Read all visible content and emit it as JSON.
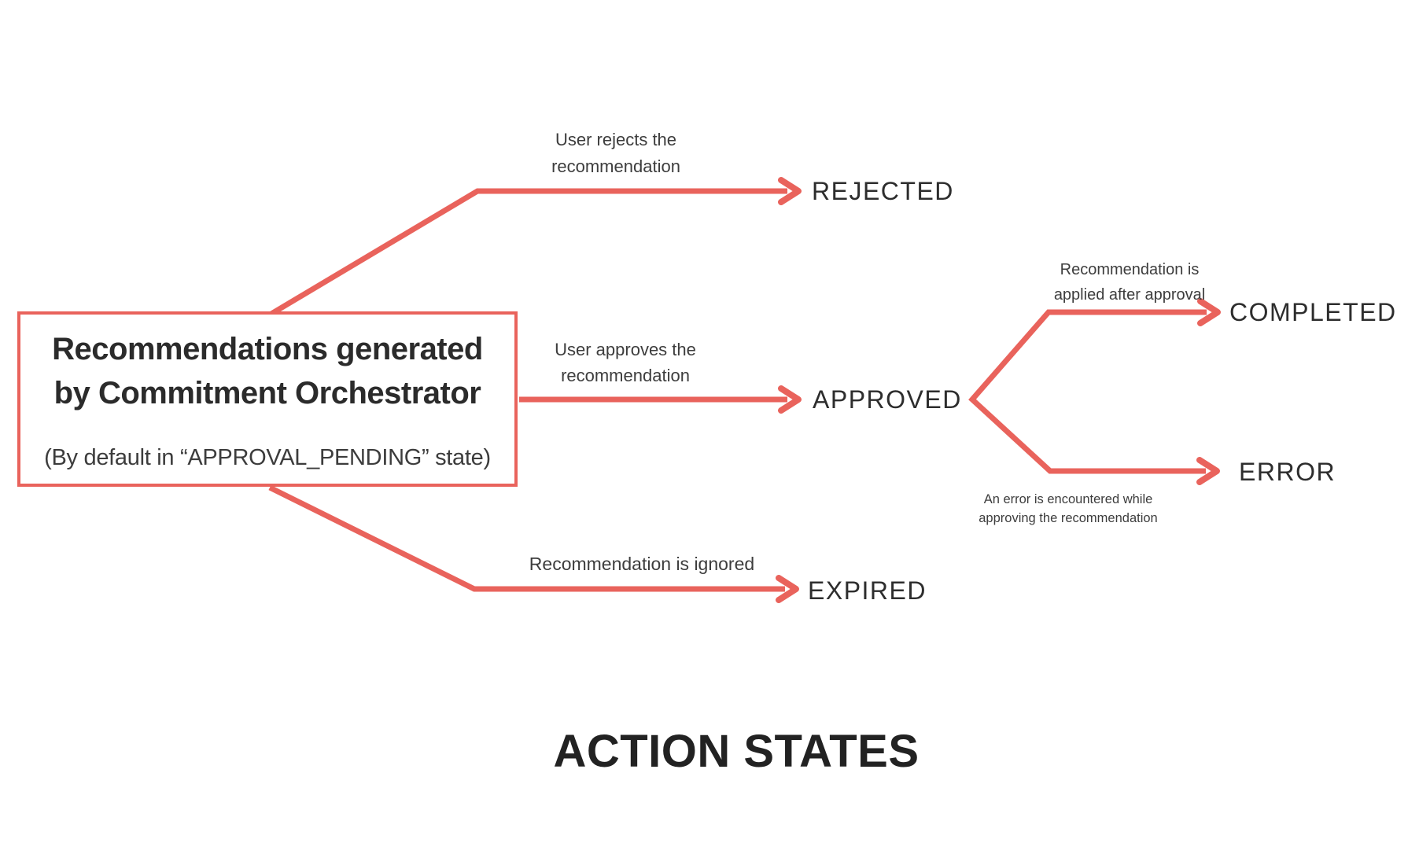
{
  "title": "ACTION STATES",
  "source_box": {
    "title_line1": "Recommendations generated",
    "title_line2": "by Commitment Orchestrator",
    "subtitle": "(By default in “APPROVAL_PENDING” state)"
  },
  "states": {
    "rejected": "REJECTED",
    "approved": "APPROVED",
    "expired": "EXPIRED",
    "completed": "COMPLETED",
    "error": "ERROR"
  },
  "edge_labels": {
    "reject_line1": "User rejects the",
    "reject_line2": "recommendation",
    "approve_line1": "User approves the",
    "approve_line2": "recommendation",
    "ignored": "Recommendation is ignored",
    "complete_line1": "Recommendation is",
    "complete_line2": "applied after approval",
    "error_line1": "An error is encountered while",
    "error_line2": "approving the recommendation"
  },
  "colors": {
    "accent": "#E9635C",
    "text_dark": "#2b2b2b",
    "background": "#ffffff"
  }
}
